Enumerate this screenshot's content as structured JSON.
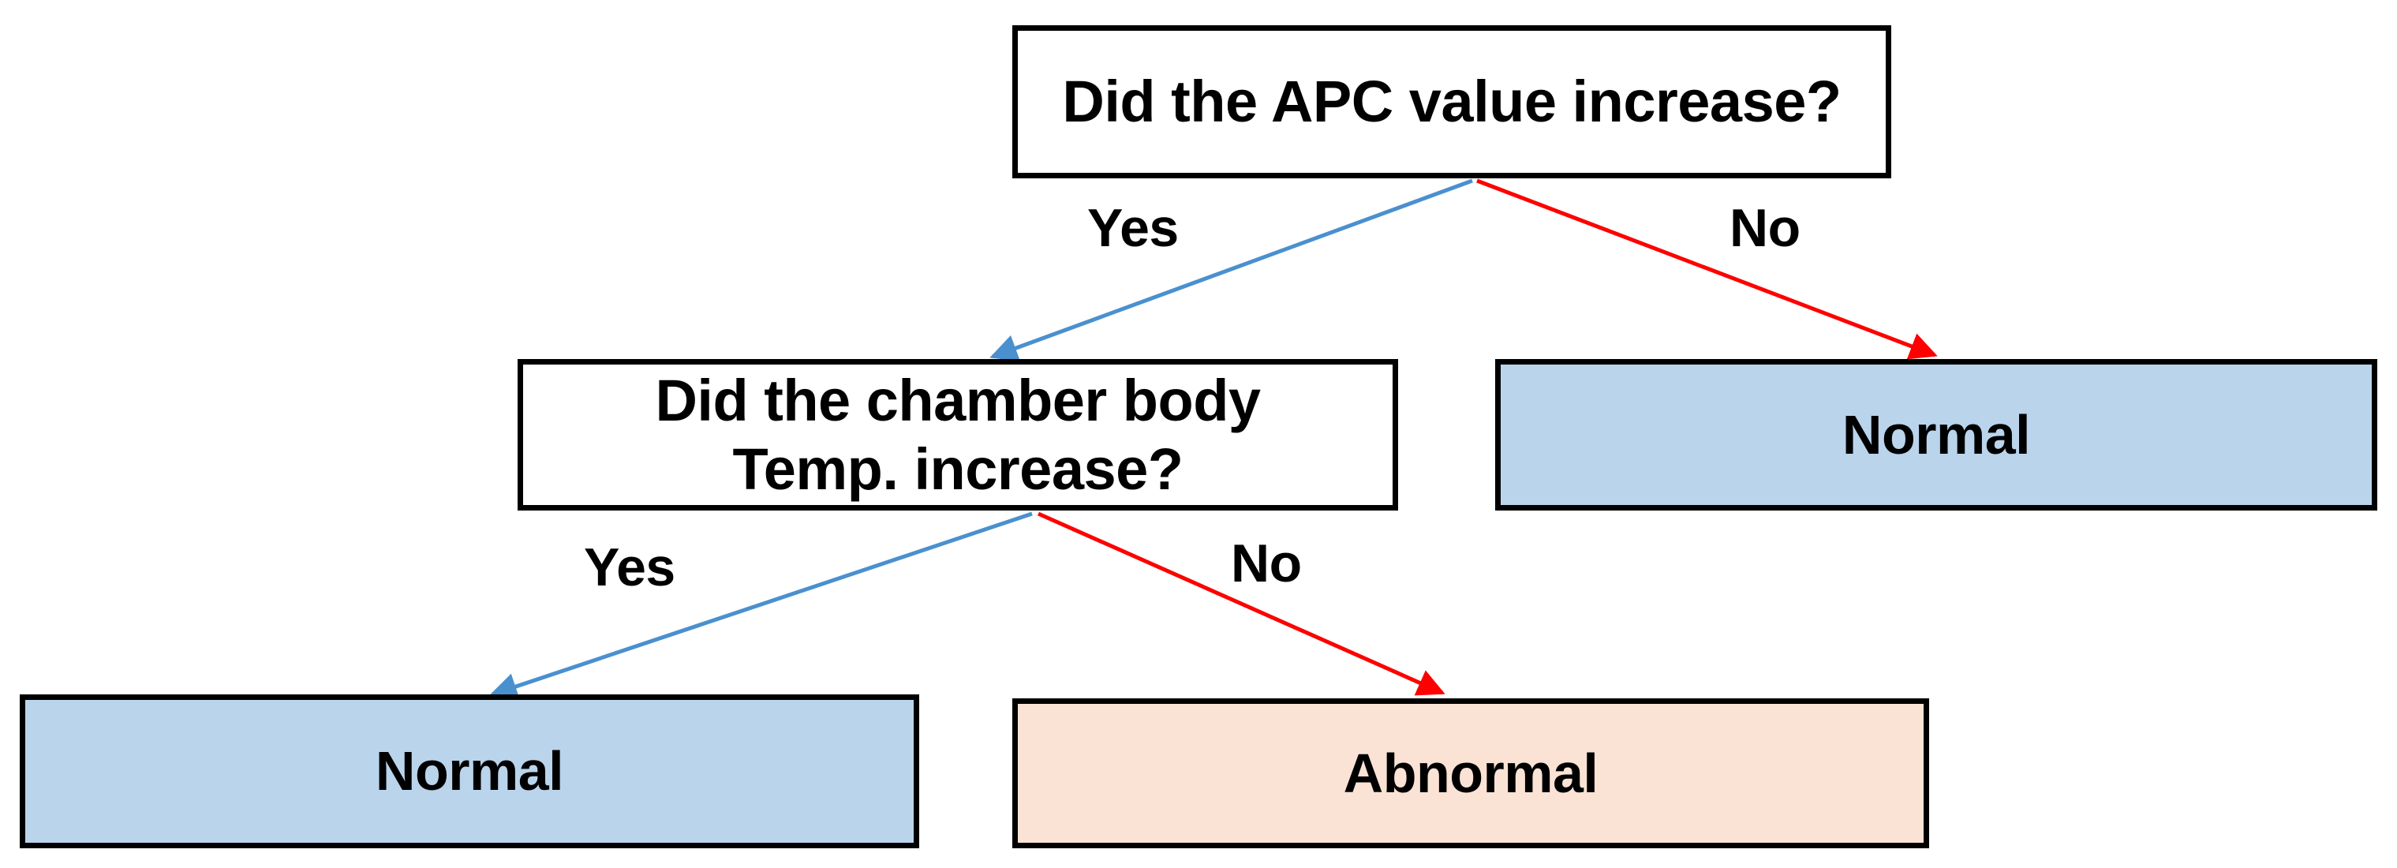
{
  "diagram": {
    "title": "APC value / chamber body temperature decision tree",
    "type": "decision-tree",
    "background": "#ffffff",
    "colors": {
      "box_border": "#000000",
      "normal_fill": "#bad4ec",
      "abnormal_fill": "#fae3d5",
      "decision_fill": "#ffffff",
      "yes_edge": "#4a90cf",
      "no_edge": "#ff0000",
      "text": "#000000"
    },
    "nodes": [
      {
        "id": "root",
        "kind": "decision",
        "lines": [
          "Did the APC value increase?"
        ]
      },
      {
        "id": "chamber",
        "kind": "decision",
        "lines": [
          "Did the chamber body",
          "Temp. increase?"
        ]
      },
      {
        "id": "normal_a",
        "kind": "outcome",
        "lines": [
          "Normal"
        ]
      },
      {
        "id": "normal_b",
        "kind": "outcome",
        "lines": [
          "Normal"
        ]
      },
      {
        "id": "abnormal",
        "kind": "outcome",
        "lines": [
          "Abnormal"
        ]
      }
    ],
    "edges": [
      {
        "id": "root-yes",
        "from": "root",
        "to": "chamber",
        "label": "Yes",
        "color": "#4a90cf"
      },
      {
        "id": "root-no",
        "from": "root",
        "to": "normal_a",
        "label": "No",
        "color": "#ff0000"
      },
      {
        "id": "ch-yes",
        "from": "chamber",
        "to": "normal_b",
        "label": "Yes",
        "color": "#4a90cf"
      },
      {
        "id": "ch-no",
        "from": "chamber",
        "to": "abnormal",
        "label": "No",
        "color": "#ff0000"
      }
    ]
  }
}
